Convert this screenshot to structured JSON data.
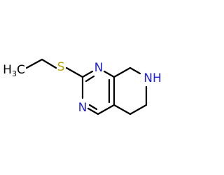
{
  "molecule": {
    "atoms": {
      "methyl_h": "H",
      "methyl_sub": "3",
      "methyl_c": "C",
      "sulfur": "S",
      "nitrogen_1": "N",
      "nitrogen_3": "N",
      "amine_nh": "NH"
    },
    "colors": {
      "bond": "#000000",
      "carbon": "#000000",
      "sulfur": "#b8a300",
      "nitrogen": "#2020e0"
    }
  }
}
